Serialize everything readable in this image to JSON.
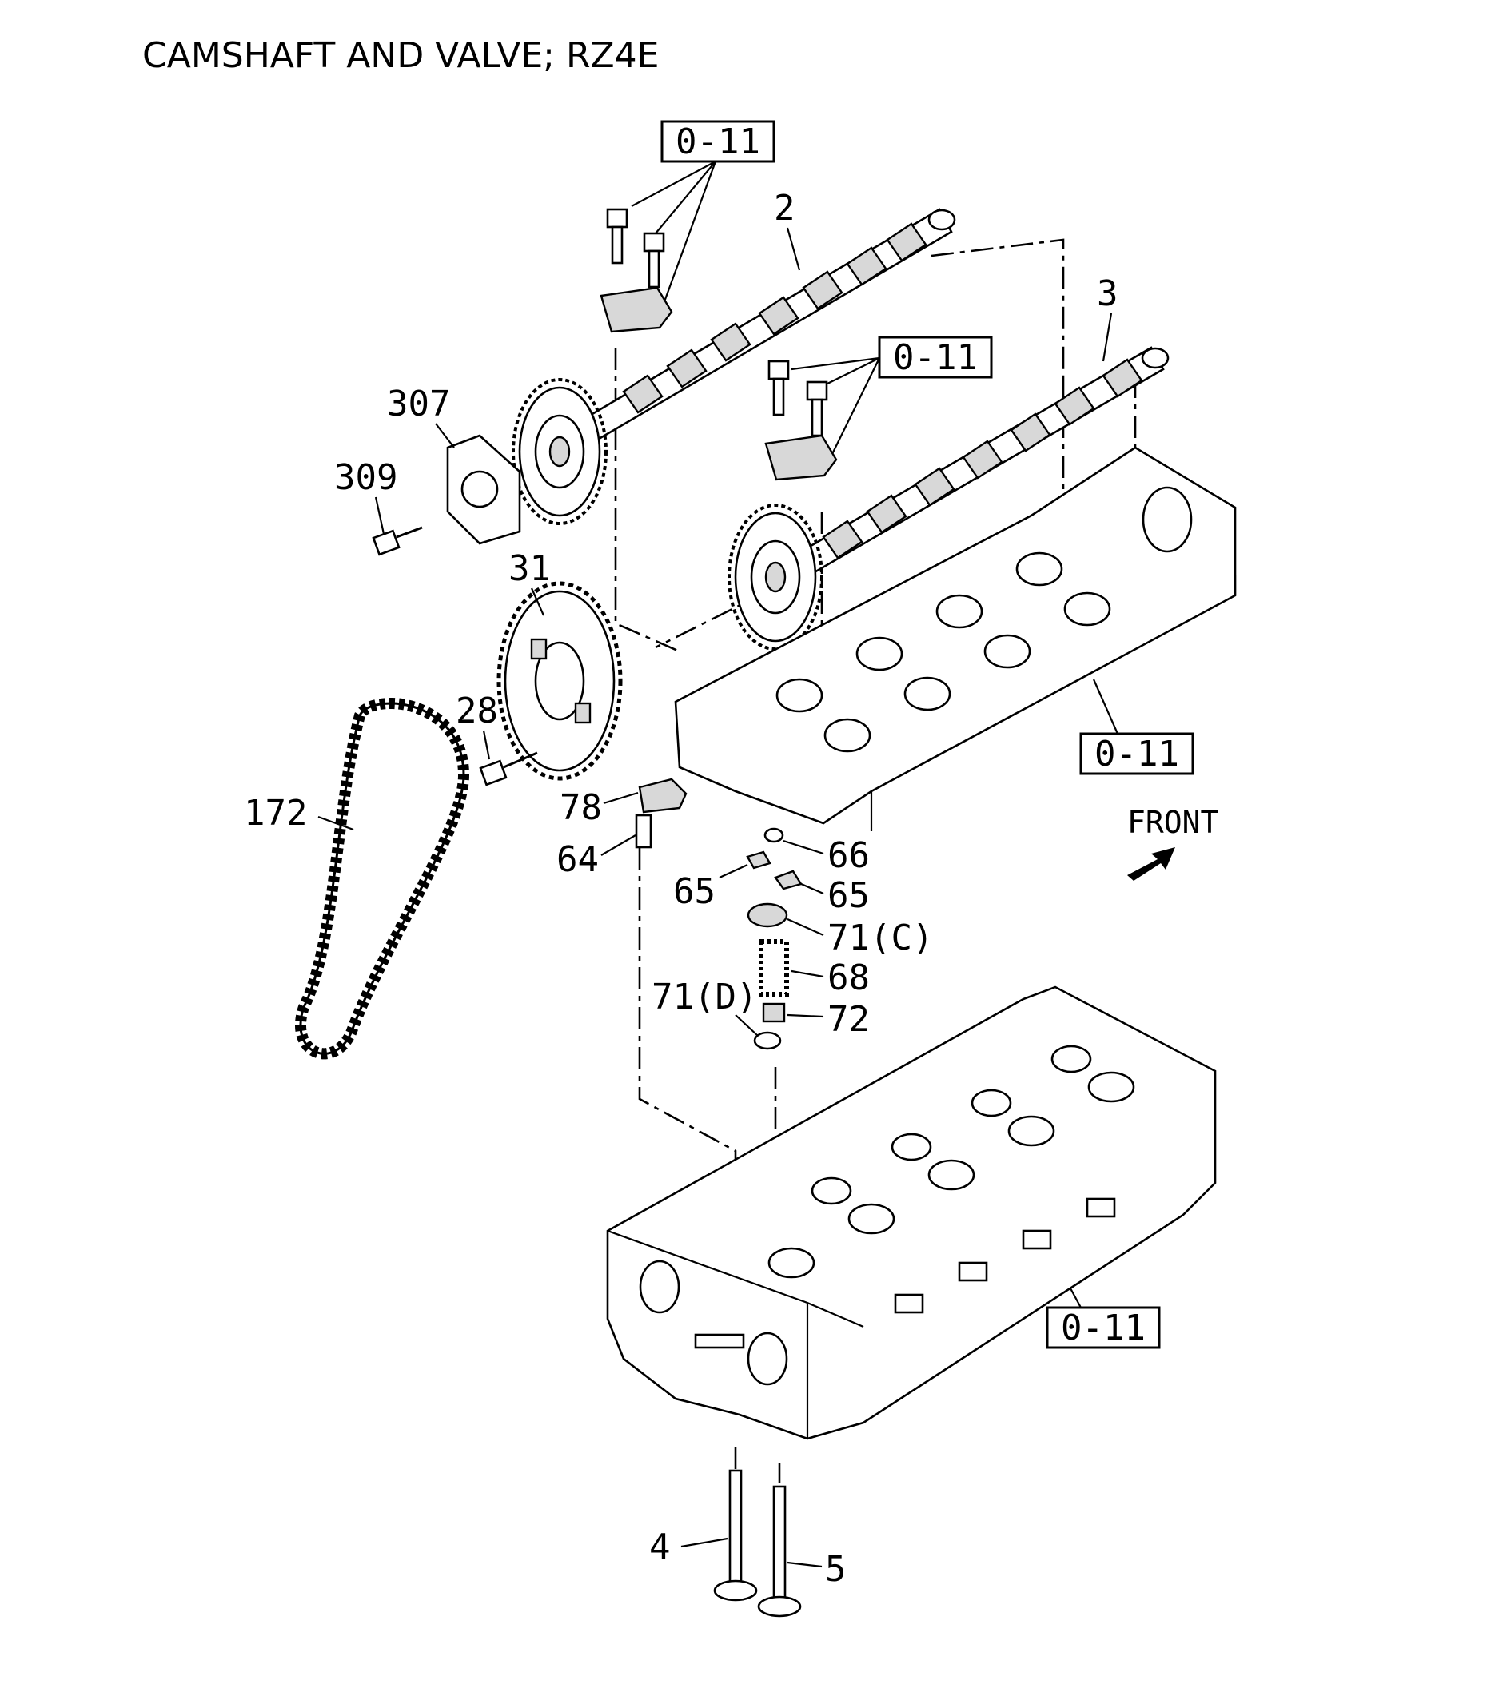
{
  "title": "CAMSHAFT AND VALVE; RZ4E",
  "direction_label": "FRONT",
  "reference_boxes": [
    {
      "id": "ref-top",
      "label": "0-11"
    },
    {
      "id": "ref-mid",
      "label": "0-11"
    },
    {
      "id": "ref-carrier",
      "label": "0-11"
    },
    {
      "id": "ref-head",
      "label": "0-11"
    }
  ],
  "part_labels": [
    {
      "id": "2",
      "label": "2"
    },
    {
      "id": "3",
      "label": "3"
    },
    {
      "id": "307",
      "label": "307"
    },
    {
      "id": "309",
      "label": "309"
    },
    {
      "id": "31",
      "label": "31"
    },
    {
      "id": "28",
      "label": "28"
    },
    {
      "id": "172",
      "label": "172"
    },
    {
      "id": "78",
      "label": "78"
    },
    {
      "id": "64",
      "label": "64"
    },
    {
      "id": "66",
      "label": "66"
    },
    {
      "id": "65a",
      "label": "65"
    },
    {
      "id": "65b",
      "label": "65"
    },
    {
      "id": "71c",
      "label": "71(C)"
    },
    {
      "id": "68",
      "label": "68"
    },
    {
      "id": "71d",
      "label": "71(D)"
    },
    {
      "id": "72",
      "label": "72"
    },
    {
      "id": "4",
      "label": "4"
    },
    {
      "id": "5",
      "label": "5"
    }
  ]
}
